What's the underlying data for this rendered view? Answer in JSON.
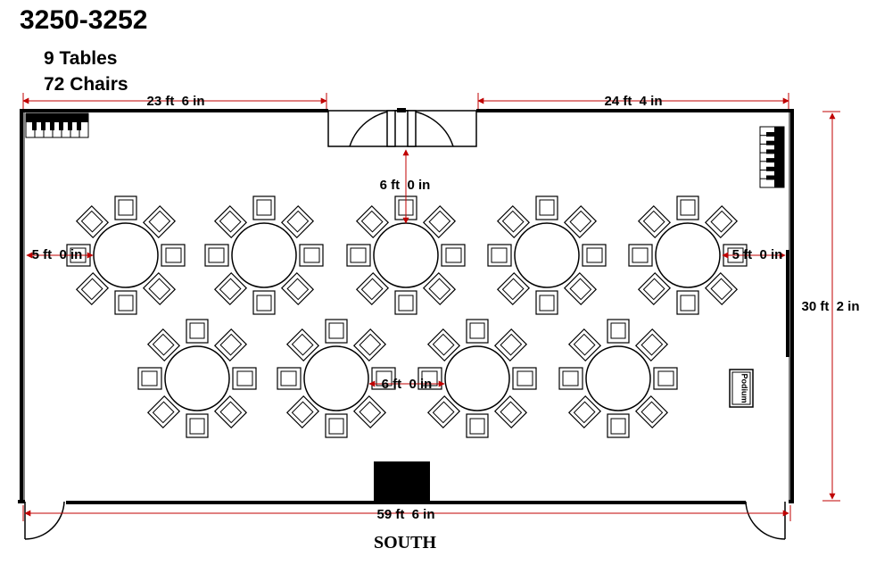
{
  "header": {
    "room": "3250-3252",
    "tables": "9 Tables",
    "chairs": "72 Chairs"
  },
  "dimensions": {
    "top_left_width": "23 ft  6 in",
    "top_right_width": "24 ft  4 in",
    "total_width": "59 ft  6 in",
    "room_depth": "30 ft  2 in",
    "door_to_table": "6 ft  0 in",
    "left_wall_clearance": "5 ft  0 in",
    "right_wall_clearance": "5 ft  0 in",
    "table_spacing": "6 ft  0 in"
  },
  "labels": {
    "podium": "Podium",
    "orientation": "SOUTH"
  },
  "colors": {
    "wall": "#000000",
    "dimension_line": "#c00000",
    "furniture_stroke": "#000000",
    "fill": "#ffffff"
  },
  "layout": {
    "tables": 9,
    "chairs_per_table": 8,
    "rows": 2,
    "tables_in_front_row": 5,
    "tables_in_back_row": 4
  }
}
